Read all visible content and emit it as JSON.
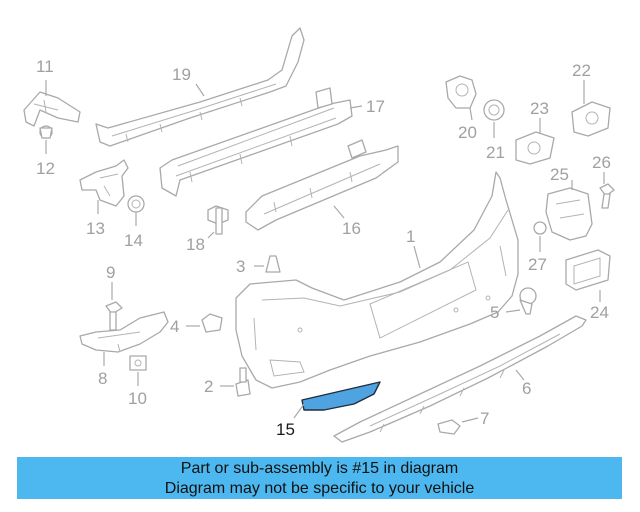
{
  "highlight_color": "#4db8f0",
  "callouts": {
    "c1": "1",
    "c2": "2",
    "c3": "3",
    "c4": "4",
    "c5": "5",
    "c6": "6",
    "c7": "7",
    "c8": "8",
    "c9": "9",
    "c10": "10",
    "c11": "11",
    "c12": "12",
    "c13": "13",
    "c14": "14",
    "c15": "15",
    "c16": "16",
    "c17": "17",
    "c18": "18",
    "c19": "19",
    "c20": "20",
    "c21": "21",
    "c22": "22",
    "c23": "23",
    "c24": "24",
    "c25": "25",
    "c26": "26",
    "c27": "27"
  },
  "highlighted_part": "15",
  "banner": {
    "line1": "Part or sub-assembly is #15 in diagram",
    "line2": "Diagram may not be specific to your vehicle"
  }
}
